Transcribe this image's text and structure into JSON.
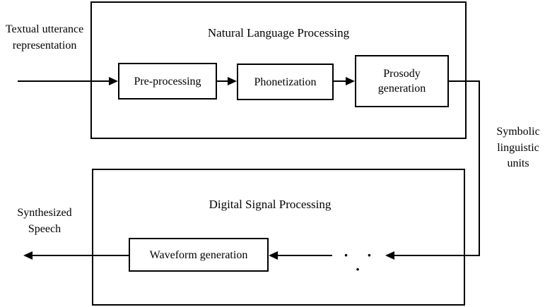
{
  "colors": {
    "line": "#000000",
    "background": "#ffffff"
  },
  "nlp": {
    "title": "Natural Language Processing",
    "pre_processing": "Pre-processing",
    "phonetization": "Phonetization",
    "prosody_generation": "Prosody generation"
  },
  "dsp": {
    "title": "Digital Signal Processing",
    "waveform_generation": "Waveform generation"
  },
  "labels": {
    "input": "Textual utterance representation",
    "output": "Synthesized Speech",
    "symbolic_units": "Symbolic linguistic units",
    "ellipsis": "· · ·"
  }
}
